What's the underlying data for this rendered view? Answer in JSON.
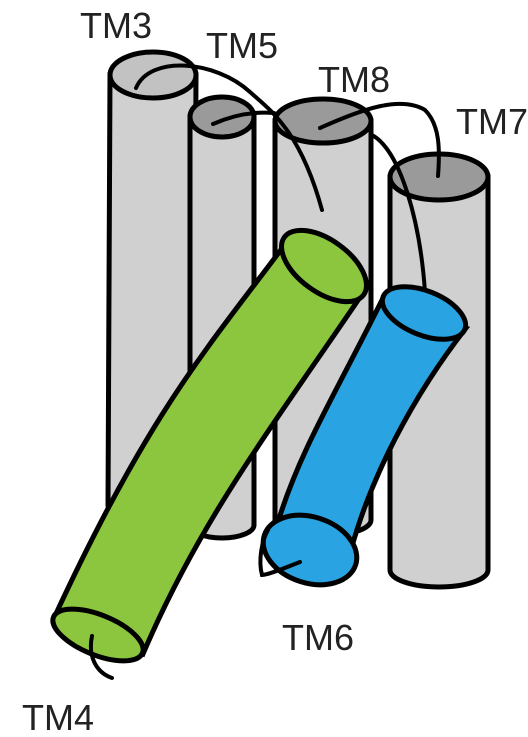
{
  "labels": {
    "tm3": "TM3",
    "tm4": "TM4",
    "tm5": "TM5",
    "tm6": "TM6",
    "tm7": "TM7",
    "tm8": "TM8"
  },
  "colors": {
    "gray_body": "#d0d0d0",
    "gray_top": "#9a9a9a",
    "green": "#8cc63f",
    "blue": "#29a3e1",
    "outline": "#000000"
  }
}
